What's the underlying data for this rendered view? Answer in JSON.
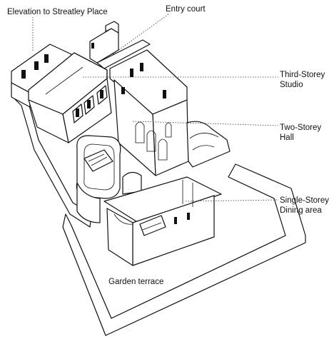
{
  "labels": {
    "elevation": "Elevation to Streatley Place",
    "entry": "Entry court",
    "studio_1": "Third-Storey",
    "studio_2": "Studio",
    "hall_1": "Two-Storey",
    "hall_2": "Hall",
    "dining_1": "Single-Storey",
    "dining_2": "Dining area",
    "garden": "Garden terrace"
  }
}
